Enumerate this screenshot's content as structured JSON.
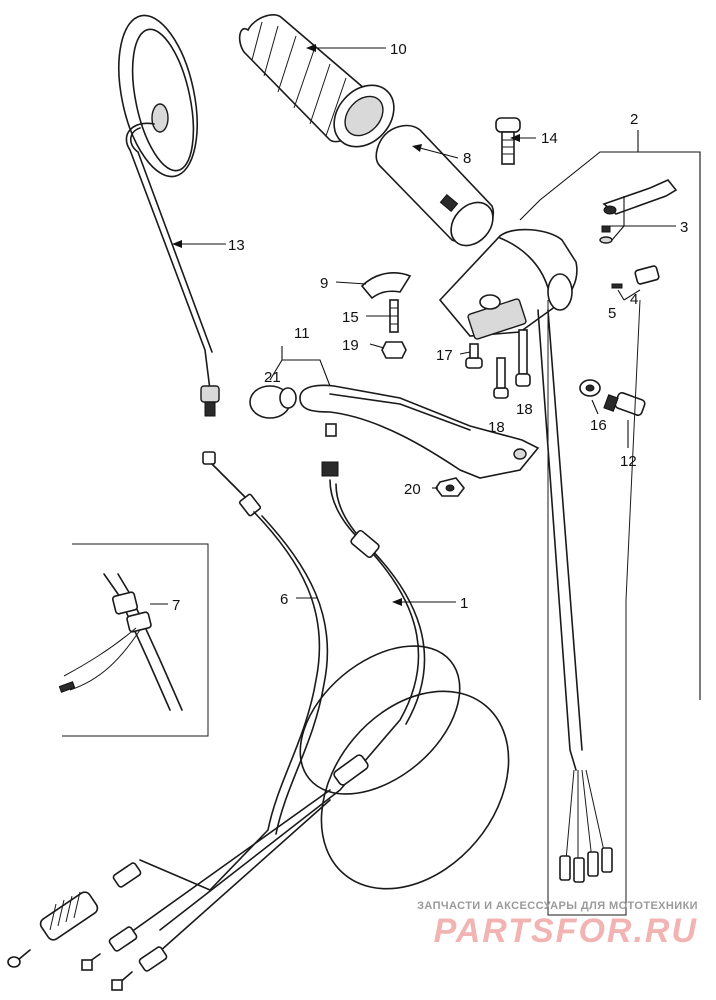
{
  "callouts": [
    "1",
    "2",
    "3",
    "4",
    "5",
    "6",
    "7",
    "8",
    "9",
    "10",
    "11",
    "12",
    "13",
    "14",
    "15",
    "16",
    "17",
    "18",
    "18",
    "19",
    "20",
    "21"
  ],
  "parts": {
    "throttle_cable": "1",
    "switch_assembly": "2",
    "switch_part_3": "3",
    "switch_part_4": "4",
    "switch_part_5": "5",
    "cable_6": "6",
    "wire_harness_detail": "7",
    "throttle_pipe": "8",
    "lever_cover": "9",
    "grip": "10",
    "brake_lever_assembly": "11",
    "starter_button": "12",
    "mirror": "13",
    "screw_14": "14",
    "screw_15": "15",
    "washer_16": "16",
    "bolt_17": "17",
    "bolt_18a": "18",
    "bolt_18b": "18",
    "nut_19": "19",
    "nut_20": "20",
    "boot_21": "21"
  },
  "watermark": {
    "tagline": "ЗАПЧАСТИ И АКСЕССУАРЫ ДЛЯ МОТОТЕХНИКИ",
    "brand": "PARTSFOR.RU"
  }
}
